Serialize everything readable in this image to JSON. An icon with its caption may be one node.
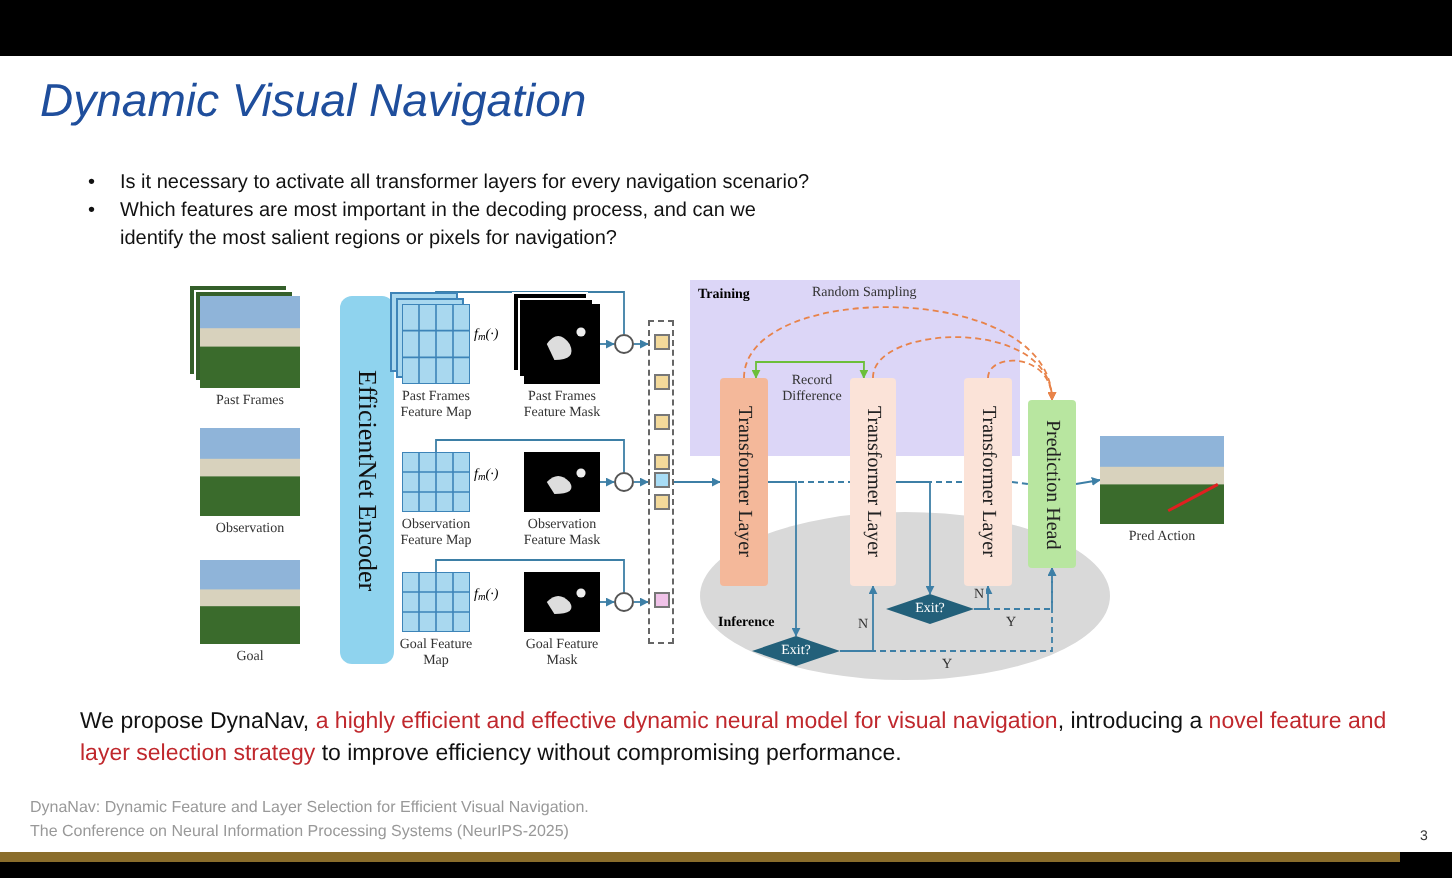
{
  "diagram": {
    "title": "Dynamic Visual Navigation",
    "nodes": [
      {
        "text": [],
        "shape": "picture",
        "beside": [
          "Past Frames"
        ]
      },
      {
        "text": [],
        "shape": "picture",
        "beside": [
          "Observation"
        ]
      },
      {
        "text": [],
        "shape": "picture",
        "beside": [
          "Goal"
        ]
      },
      {
        "text": [
          "EfficientNet Encoder"
        ]
      },
      {
        "text": [],
        "shape": "picture",
        "beside": [
          "Past Frames Feature Map"
        ]
      },
      {
        "text": [],
        "shape": "picture",
        "beside": [
          "Observation Feature Map"
        ]
      },
      {
        "text": [],
        "shape": "picture",
        "beside": [
          "Goal Feature Map"
        ]
      },
      {
        "text": [],
        "shape": "picture",
        "beside": [
          "Past Frames Feature Mask"
        ]
      },
      {
        "text": [],
        "shape": "picture",
        "beside": [
          "Observation Feature Mask"
        ]
      },
      {
        "text": [],
        "shape": "picture",
        "beside": [
          "Goal Feature Mask"
        ]
      },
      {
        "text": [],
        "shape": "circle"
      },
      {
        "text": [],
        "shape": "circle"
      },
      {
        "text": [],
        "shape": "circle"
      },
      {
        "text": [],
        "shape": "box"
      },
      {
        "text": [
          "Transformer Layer"
        ]
      },
      {
        "text": [
          "Transformer Layer"
        ]
      },
      {
        "text": [
          "Transformer Layer"
        ]
      },
      {
        "text": [
          "Prediction Head"
        ]
      },
      {
        "text": [],
        "shape": "picture",
        "beside": [
          "Pred Action"
        ]
      },
      {
        "text": [
          "Exit?"
        ]
      },
      {
        "text": [
          "Exit?"
        ]
      }
    ],
    "edges": [
      {
        "from": 4,
        "to": 10,
        "arrow": "none"
      },
      {
        "from": 5,
        "to": 11,
        "arrow": "none"
      },
      {
        "from": 6,
        "to": 12,
        "arrow": "none"
      },
      {
        "from": 7,
        "to": 10,
        "arrow": "to"
      },
      {
        "from": 8,
        "to": 11,
        "arrow": "to"
      },
      {
        "from": 9,
        "to": 12,
        "arrow": "to"
      },
      {
        "from": 10,
        "to": 13,
        "arrow": "to"
      },
      {
        "from": 11,
        "to": 13,
        "arrow": "to"
      },
      {
        "from": 12,
        "to": 13,
        "arrow": "to"
      },
      {
        "from": 13,
        "to": 14,
        "arrow": "to"
      },
      {
        "from": 14,
        "to": 19,
        "arrow": "to"
      },
      {
        "from": 19,
        "to": 15,
        "arrow": "to",
        "label": "N"
      },
      {
        "from": 19,
        "to": 17,
        "arrow": "to",
        "label": "Y",
        "style": "dashed"
      },
      {
        "from": 15,
        "to": 20,
        "arrow": "to"
      },
      {
        "from": 20,
        "to": 16,
        "arrow": "to",
        "label": "N"
      },
      {
        "from": 20,
        "to": 17,
        "arrow": "to",
        "label": "Y",
        "style": "dashed"
      },
      {
        "from": 17,
        "to": 18,
        "arrow": "to"
      },
      {
        "from": 14,
        "to": 17,
        "arrow": "to",
        "label": "Random Sampling",
        "style": "dashed",
        "color": "#e8834a"
      },
      {
        "from": 15,
        "to": 17,
        "arrow": "to",
        "style": "dashed",
        "color": "#e8834a"
      },
      {
        "from": 16,
        "to": 17,
        "arrow": "to",
        "style": "dashed",
        "color": "#e8834a"
      },
      {
        "from": 14,
        "to": 15,
        "arrow": "both",
        "label": "Record Difference",
        "color": "#6cbf3a"
      },
      {
        "from": 14,
        "to": 15,
        "arrow": "none",
        "style": "dashed"
      },
      {
        "from": 15,
        "to": 16,
        "arrow": "none",
        "style": "dashed"
      },
      {
        "from": 16,
        "to": 17,
        "arrow": "none",
        "style": "dashed"
      }
    ],
    "labels": [
      "•",
      "Is it necessary to activate all transformer layers for every navigation scenario?",
      "•",
      "Which features are most important in the decoding process, and can we identify the most salient regions or pixels for navigation?",
      "f$_{m}$(·)",
      "f$_{m}$(·)",
      "f$_{m}$(·)",
      "Training",
      "Inference",
      "We propose DynaNav,",
      "a highly efficient and effective dynamic neural model for visual navigation",
      ", introducing a",
      "novel feature and layer selection strategy",
      "to improve efficiency without compromising performance.",
      "DynaNav: Dynamic Feature and Layer Selection for Efficient Visual Navigation.",
      "The Conference on Neural Information Processing Systems (NeurIPS-2025)",
      "3"
    ]
  }
}
